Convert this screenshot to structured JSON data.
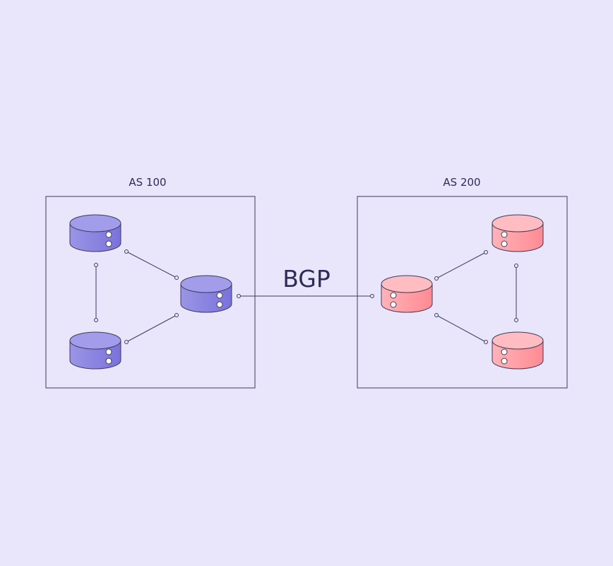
{
  "colors": {
    "background": "#E9E6FC",
    "line": "#3E3B5C",
    "text": "#2E2B56",
    "as100_fill_light": "#9B95E6",
    "as100_fill_dark": "#7A72DA",
    "as100_top": "#A29CEA",
    "as200_fill_light": "#FFB3B9",
    "as200_fill_dark": "#FF8A92",
    "as200_top": "#FFBCC1",
    "indicator": "#FFFFFF"
  },
  "diagram": {
    "as100": {
      "label": "AS 100",
      "routers": [
        "router-top",
        "router-bottom",
        "router-edge"
      ]
    },
    "as200": {
      "label": "AS 200",
      "routers": [
        "router-edge",
        "router-top",
        "router-bottom"
      ]
    },
    "peering": {
      "label": "BGP"
    }
  }
}
